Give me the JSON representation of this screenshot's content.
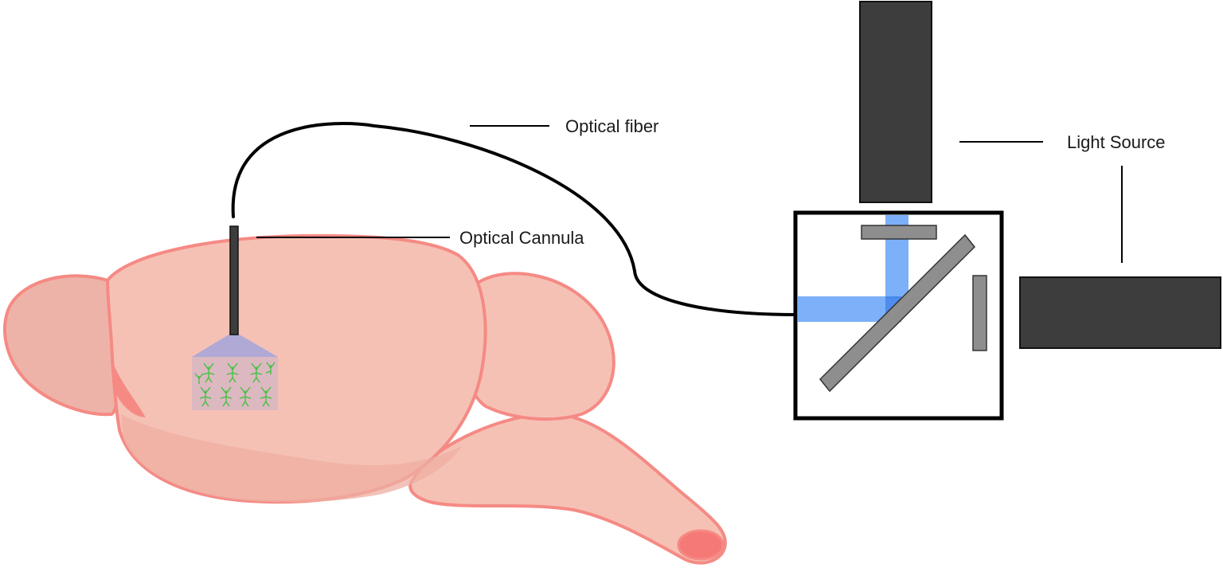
{
  "labels": {
    "optical_fiber": "Optical fiber",
    "optical_cannula": "Optical Cannula",
    "light_source": "Light Source"
  },
  "colors": {
    "brain_fill": "#f6c1b5",
    "brain_shade": "#eeada2",
    "brain_stroke": "#f58a84",
    "stem_inner": "#f57a77",
    "light_beam": "#5b9cf6",
    "light_cone": "#a9a6d8",
    "neuron_tissue": "#dcb8c0",
    "neuron_green": "#3cc23c",
    "device_dark": "#3d3d3d",
    "filter_gray": "#8e8e8e",
    "line_black": "#000000"
  }
}
